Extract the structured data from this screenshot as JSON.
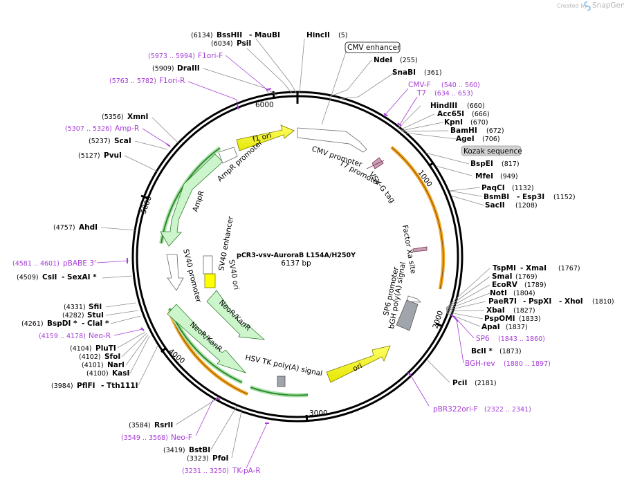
{
  "credit": {
    "created_by": "Created by",
    "brand": "SnapGene"
  },
  "center": {
    "name": "pCR3-vsv-AuroraB L154A/H250Y",
    "length": "6137 bp"
  },
  "ticks": [
    "1000",
    "2000",
    "3000",
    "4000",
    "5000",
    "6000"
  ],
  "features": {
    "cmv_enhancer": "CMV enhancer",
    "cmv_promoter": "CMV promoter",
    "t7_promoter": "T7 promoter",
    "vsvg_tag": "VSV-G tag",
    "kozak": "Kozak sequence",
    "factor_xa": "Factor Xa site",
    "sp6_promoter": "SP6 promoter",
    "bgh_polya": "bGH poly(A) signal",
    "ori": "ori",
    "hsv_tk": "HSV TK poly(A) signal",
    "neor_inner": "NeoR/KanR",
    "neor_outer": "NeoR/KanR",
    "sv40_promoter": "SV40 promoter",
    "sv40_enhancer": "SV40 enhancer",
    "sv40_ori": "SV40 ori",
    "ampr": "AmpR",
    "ampr_promoter": "AmpR promoter",
    "f1_ori": "f1 ori"
  },
  "sites": {
    "bsshii": {
      "name": "BssHII",
      "pos": "(6134)"
    },
    "maubi": {
      "name": "- MauBI",
      "pos": ""
    },
    "psii": {
      "name": "PsiI",
      "pos": "(6034)"
    },
    "hincii": {
      "name": "HincII",
      "pos": "(5)"
    },
    "drai": {
      "name": "DraIII",
      "pos": "(5909)"
    },
    "ndei": {
      "name": "NdeI",
      "pos": "(255)"
    },
    "snabi": {
      "name": "SnaBI",
      "pos": "(361)"
    },
    "xmni": {
      "name": "XmnI",
      "pos": "(5356)"
    },
    "scai": {
      "name": "ScaI",
      "pos": "(5237)"
    },
    "pvui": {
      "name": "PvuI",
      "pos": "(5127)"
    },
    "hindiii": {
      "name": "HindIII",
      "pos": "(660)"
    },
    "acc65i": {
      "name": "Acc65I",
      "pos": "(666)"
    },
    "kpni": {
      "name": "KpnI",
      "pos": "(670)"
    },
    "bamhi": {
      "name": "BamHI",
      "pos": "(672)"
    },
    "agei": {
      "name": "AgeI",
      "pos": "(706)"
    },
    "bspei": {
      "name": "BspEI",
      "pos": "(817)"
    },
    "mfei": {
      "name": "MfeI",
      "pos": "(949)"
    },
    "paqci": {
      "name": "PaqCI",
      "pos": "(1132)"
    },
    "bsmbi": {
      "name": "BsmBI",
      "pos": "(1152)"
    },
    "esp3i": {
      "name": "- Esp3I",
      "pos": ""
    },
    "sacii": {
      "name": "SacII",
      "pos": "(1208)"
    },
    "ahdi": {
      "name": "AhdI",
      "pos": "(4757)"
    },
    "csii": {
      "name": "CsiI",
      "pos": "(4509)"
    },
    "sexai": {
      "name": "- SexAI *",
      "pos": ""
    },
    "tspmi": {
      "name": "TspMI",
      "pos": ""
    },
    "xmai": {
      "name": "- XmaI",
      "pos": "(1767)"
    },
    "smai": {
      "name": "SmaI",
      "pos": "(1769)"
    },
    "ecorv": {
      "name": "EcoRV",
      "pos": "(1789)"
    },
    "noti": {
      "name": "NotI",
      "pos": "(1804)"
    },
    "paer7i": {
      "name": "PaeR7I",
      "pos": ""
    },
    "pspxi": {
      "name": "- PspXI",
      "pos": ""
    },
    "xhoi": {
      "name": "- XhoI",
      "pos": "(1810)"
    },
    "xbai": {
      "name": "XbaI",
      "pos": "(1827)"
    },
    "pspomi": {
      "name": "PspOMI",
      "pos": "(1833)"
    },
    "apai": {
      "name": "ApaI",
      "pos": "(1837)"
    },
    "sfii": {
      "name": "SfiI",
      "pos": "(4331)"
    },
    "stui": {
      "name": "StuI",
      "pos": "(4282)"
    },
    "bspdi": {
      "name": "BspDI *",
      "pos": "(4261)"
    },
    "clai": {
      "name": "- ClaI *",
      "pos": ""
    },
    "bcli": {
      "name": "BclI *",
      "pos": "(1873)"
    },
    "pluti": {
      "name": "PluTI",
      "pos": "(4104)"
    },
    "sfoi": {
      "name": "SfoI",
      "pos": "(4102)"
    },
    "nari": {
      "name": "NarI",
      "pos": "(4101)"
    },
    "kasi": {
      "name": "KasI",
      "pos": "(4100)"
    },
    "pflfi": {
      "name": "PflFI",
      "pos": "(3984)"
    },
    "tth111i": {
      "name": "- Tth111I",
      "pos": ""
    },
    "pcii": {
      "name": "PciI",
      "pos": "(2181)"
    },
    "rsrii": {
      "name": "RsrII",
      "pos": "(3584)"
    },
    "bstbi": {
      "name": "BstBI",
      "pos": "(3419)"
    },
    "pfoi": {
      "name": "PfoI",
      "pos": "(3323)"
    }
  },
  "primers": {
    "f1ori_f": {
      "name": "F1ori-F",
      "pos": "(5973 .. 5994)"
    },
    "f1ori_r": {
      "name": "F1ori-R",
      "pos": "(5763 .. 5782)"
    },
    "cmv_f": {
      "name": "CMV-F",
      "pos": "(540 .. 560)"
    },
    "t7": {
      "name": "T7",
      "pos": "(634 .. 653)"
    },
    "amp_r": {
      "name": "Amp-R",
      "pos": "(5307 .. 5326)"
    },
    "pbabe3": {
      "name": "pBABE 3'",
      "pos": "(4581 .. 4601)"
    },
    "neo_r": {
      "name": "Neo-R",
      "pos": "(4159 .. 4178)"
    },
    "sp6": {
      "name": "SP6",
      "pos": "(1843 .. 1860)"
    },
    "bgh_rev": {
      "name": "BGH-rev",
      "pos": "(1880 .. 1897)"
    },
    "pbr322ori_f": {
      "name": "pBR322ori-F",
      "pos": "(2322 .. 2341)"
    },
    "neo_f": {
      "name": "Neo-F",
      "pos": "(3549 .. 3568)"
    },
    "tk_pa_r": {
      "name": "TK-pA-R",
      "pos": "(3231 .. 3250)"
    }
  },
  "colors": {
    "primer": "#a63bd6",
    "yellow_feature": "#ffff00",
    "green_feature": "#ccf5cc",
    "white_feature": "#ffffff",
    "orange_cds": "#f5a623",
    "green_cds": "#2b8a2b",
    "grey_block": "#a0a4ab",
    "line": "#8c8c8c",
    "backbone": "#000000"
  },
  "icons": {
    "brand_logo": "snapgene-s-icon"
  }
}
